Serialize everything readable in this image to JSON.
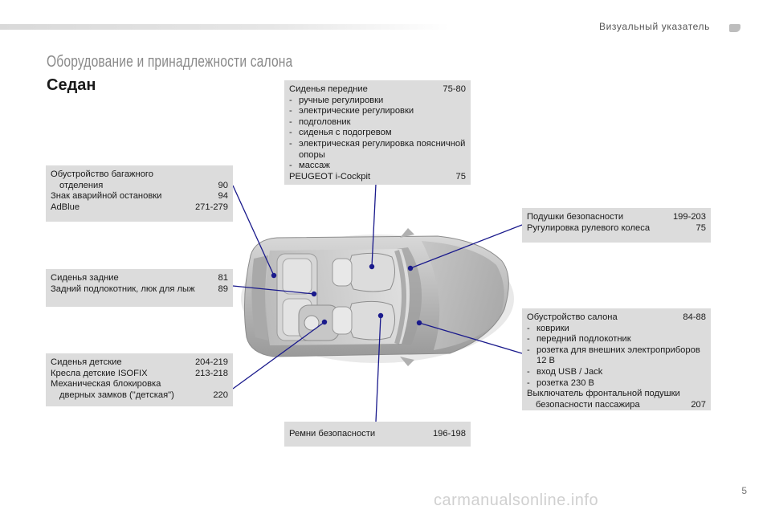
{
  "header": {
    "right_title": "Визуальный указатель",
    "page_number": "5"
  },
  "section_title": "Оборудование и принадлежности салона",
  "subsection_title": "Седан",
  "watermark": "carmanualsonline.info",
  "colors": {
    "box_bg": "#dcdcdc",
    "line": "#1a1a8c",
    "title_grey": "#8a8a8a"
  },
  "boxes": {
    "front_seats": {
      "title": "Сиденья передние",
      "title_ref": "75-80",
      "items": [
        "ручные регулировки",
        "электрические регулировки",
        "подголовник",
        "сиденья с подогревом",
        "электрическая регулировка поясничной опоры",
        "массаж"
      ],
      "extra": "PEUGEOT i-Cockpit",
      "extra_ref": "75"
    },
    "trunk": {
      "l1": "Обустройство багажного",
      "l2": "отделения",
      "l2_ref": "90",
      "l3": "Знак аварийной остановки",
      "l3_ref": "94",
      "l4": "AdBlue",
      "l4_ref": "271-279"
    },
    "rear_seats": {
      "l1": "Сиденья задние",
      "l1_ref": "81",
      "l2": "Задний подлокотник, люк для лыж",
      "l2_ref": "89"
    },
    "child_seats": {
      "l1": "Сиденья детские",
      "l1_ref": "204-219",
      "l2": "Кресла детские ISOFIX",
      "l2_ref": "213-218",
      "l3": "Механическая блокировка",
      "l4": "дверных замков (\"детская\")",
      "l4_ref": "220"
    },
    "airbags": {
      "l1": "Подушки безопасности",
      "l1_ref": "199-203",
      "l2": "Ругулировка рулевого колеса",
      "l2_ref": "75"
    },
    "interior": {
      "title": "Обустройство салона",
      "title_ref": "84-88",
      "items": [
        "коврики",
        "передний подлокотник",
        "розетка для внешних электроприборов 12 В",
        "вход USB / Jack",
        "розетка 230 В"
      ],
      "l_extra1": "Выключатель фронтальной подушки",
      "l_extra2": "безопасности пассажира",
      "l_extra2_ref": "207"
    },
    "belts": {
      "l1": "Ремни безопасности",
      "l1_ref": "196-198"
    }
  }
}
